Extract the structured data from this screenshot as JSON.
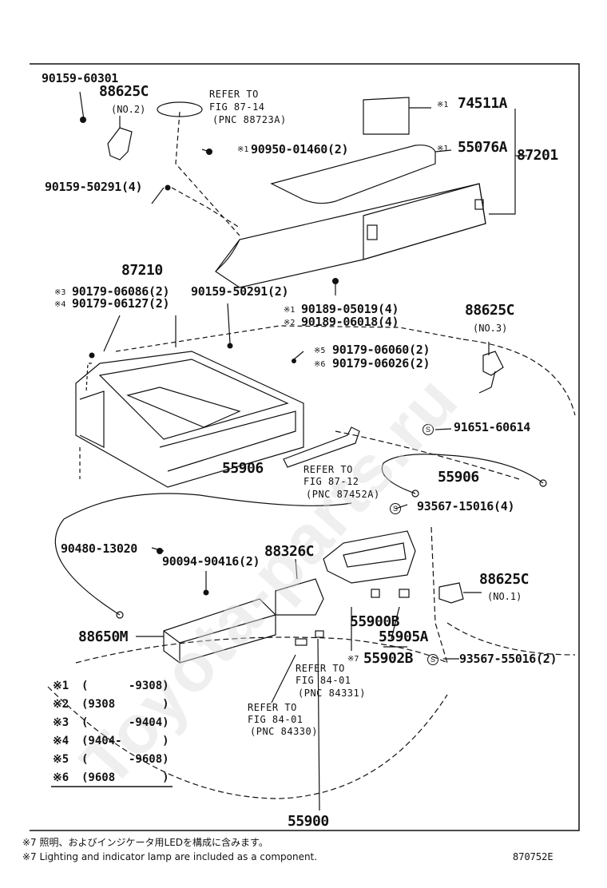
{
  "main_label": "87201",
  "top_labels": {
    "p90159_60301": "90159-60301",
    "p88625c_top": "88625C",
    "no2": "(NO.2)",
    "refer1": "REFER TO",
    "refer1_fig": "FIG 87-14",
    "refer1_pnc": "(PNC 88723A)",
    "p74511a": "74511A",
    "mark1a": "※1",
    "p90950": "90950-01460(2)",
    "mark1b": "※1",
    "mark1c": "※1",
    "p55076a": "55076A",
    "p90159_50291_4": "90159-50291(4)"
  },
  "mid_labels": {
    "p87210": "87210",
    "mark3": "※3",
    "p90179_06086": "90179-06086(2)",
    "mark4": "※4",
    "p90179_06127": "90179-06127(2)",
    "p90159_50291_2": "90159-50291(2)",
    "mark1d": "※1",
    "p90189_05019": "90189-05019(4)",
    "mark2": "※2",
    "p90189_06018": "90189-06018(4)",
    "p88625c_mid": "88625C",
    "no3": "(NO.3)",
    "mark5": "※5",
    "p90179_06060": "90179-06060(2)",
    "mark6": "※6",
    "p90179_06026": "90179-06026(2)",
    "p91651": "91651-60614",
    "p55906_left": "55906",
    "refer2": "REFER TO",
    "refer2_fig": "FIG 87-12",
    "refer2_pnc": "(PNC 87452A)",
    "p55906_right": "55906",
    "p93567_4": "93567-15016(4)"
  },
  "lower_labels": {
    "p90480": "90480-13020",
    "p88326c": "88326C",
    "p90094": "90094-90416(2)",
    "p88625c_low": "88625C",
    "no1": "(NO.1)",
    "p55900b": "55900B",
    "p55905a": "55905A",
    "p88650m": "88650M",
    "mark7": "※7",
    "p55902b": "55902B",
    "p93567_2": "93567-55016(2)",
    "refer3": "REFER TO",
    "refer3_fig": "FIG 84-01",
    "refer3_pnc": "(PNC 84331)",
    "refer4": "REFER TO",
    "refer4_fig": "FIG 84-01",
    "refer4_pnc": "(PNC 84330)",
    "bottom_part": "55900"
  },
  "legend": [
    {
      "mark": "※1",
      "range": "(      -9308)"
    },
    {
      "mark": "※2",
      "range": "(9308       )"
    },
    {
      "mark": "※3",
      "range": "(      -9404)"
    },
    {
      "mark": "※4",
      "range": "(9404-      )"
    },
    {
      "mark": "※5",
      "range": "(      -9608)"
    },
    {
      "mark": "※6",
      "range": "(9608       )"
    }
  ],
  "footnotes": {
    "jp": "※7 照明、およびインジケータ用LEDを構成に含みます。",
    "en": "※7 Lighting and indicator lamp are included as a component.",
    "code": "870752E"
  },
  "watermark": "Toyota-parts.ru"
}
